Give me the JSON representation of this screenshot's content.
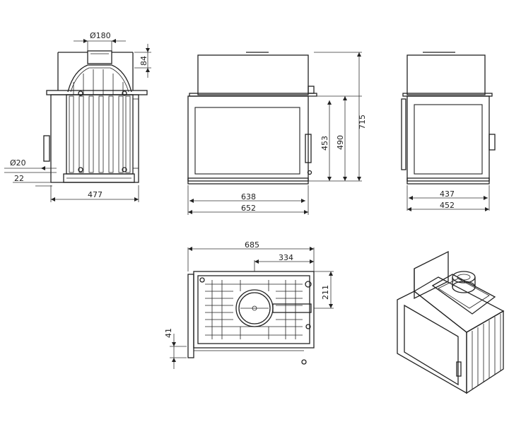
{
  "drawing": {
    "front_view": {
      "dims": {
        "flue_diameter": "Ø180",
        "flue_height": "84",
        "inlet_diameter": "Ø20",
        "inlet_height": "22",
        "width": "477"
      }
    },
    "side_view": {
      "dims": {
        "glass_height": "453",
        "door_height": "490",
        "total_height": "715",
        "inner_width": "638",
        "outer_width": "652"
      }
    },
    "rear_view": {
      "dims": {
        "inner_width": "437",
        "outer_width": "452"
      }
    },
    "top_view": {
      "dims": {
        "total_depth": "685",
        "flue_offset": "334",
        "flue_side_offset": "211",
        "base_offset": "41"
      }
    },
    "iso_view": {}
  },
  "colors": {
    "line": "#222222",
    "background": "#ffffff"
  }
}
